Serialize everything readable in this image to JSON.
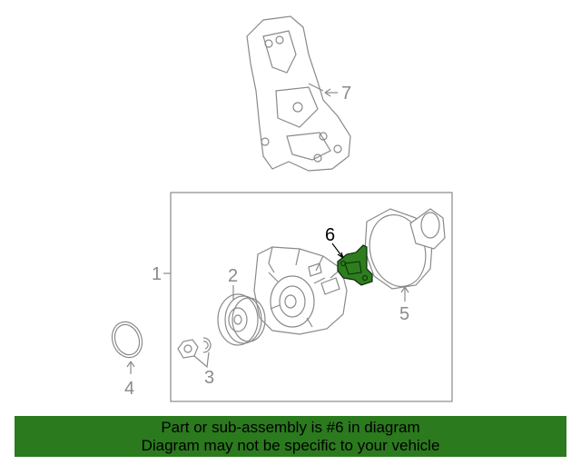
{
  "colors": {
    "highlight_part": "#2e7d1e",
    "banner_background": "#2b7a1e",
    "line": "#8a8a8a"
  },
  "callouts": {
    "c1": "1",
    "c2": "2",
    "c3": "3",
    "c4": "4",
    "c5": "5",
    "c6": "6",
    "c7": "7"
  },
  "banner": {
    "line1": "Part or sub-assembly is #6 in diagram",
    "line2": "Diagram may not be specific to your vehicle"
  }
}
